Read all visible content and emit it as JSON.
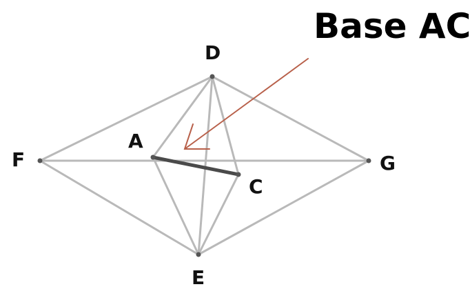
{
  "title": "Base AC",
  "colors": {
    "edge": "#b9b9b9",
    "base_edge": "#4a4a4a",
    "arrow": "#b8604a",
    "label": "#111111"
  },
  "vertices": {
    "A": "A",
    "C": "C",
    "D": "D",
    "E": "E",
    "F": "F",
    "G": "G"
  },
  "edges": [
    [
      "F",
      "D"
    ],
    [
      "D",
      "G"
    ],
    [
      "F",
      "G"
    ],
    [
      "F",
      "E"
    ],
    [
      "E",
      "G"
    ],
    [
      "D",
      "A"
    ],
    [
      "D",
      "E"
    ],
    [
      "D",
      "C"
    ],
    [
      "A",
      "E"
    ],
    [
      "C",
      "E"
    ]
  ],
  "base_edge": [
    "A",
    "C"
  ],
  "arrow_target": "base-edge-AC"
}
